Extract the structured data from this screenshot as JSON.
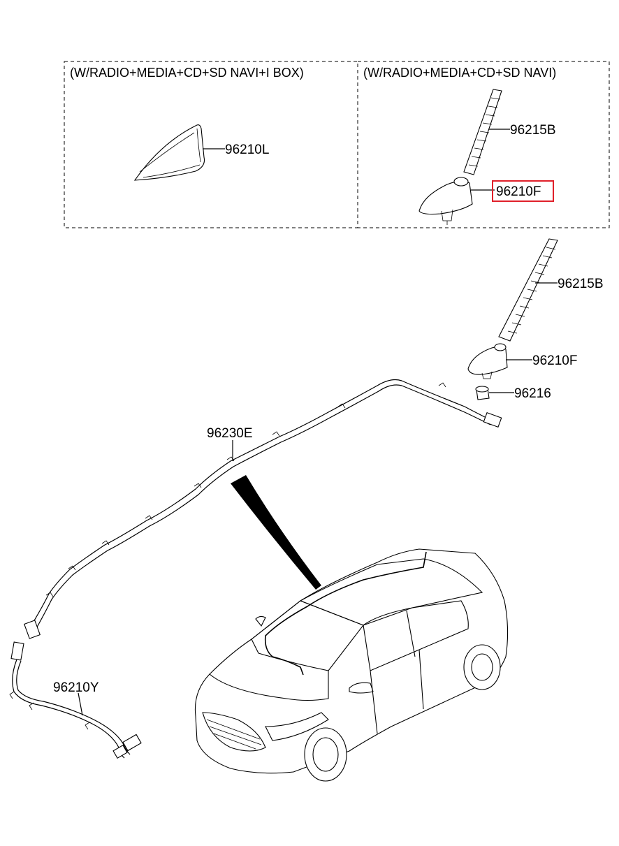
{
  "option_boxes": [
    {
      "header": "(W/RADIO+MEDIA+CD+SD NAVI+I BOX)",
      "parts": [
        "96210L"
      ]
    },
    {
      "header": "(W/RADIO+MEDIA+CD+SD NAVI)",
      "parts": [
        "96215B",
        "96210F"
      ]
    }
  ],
  "standard_parts": [
    "96215B",
    "96210F",
    "96216",
    "96230E",
    "96210Y"
  ],
  "highlighted_part": "96210F",
  "highlight_color": "#e0202a"
}
